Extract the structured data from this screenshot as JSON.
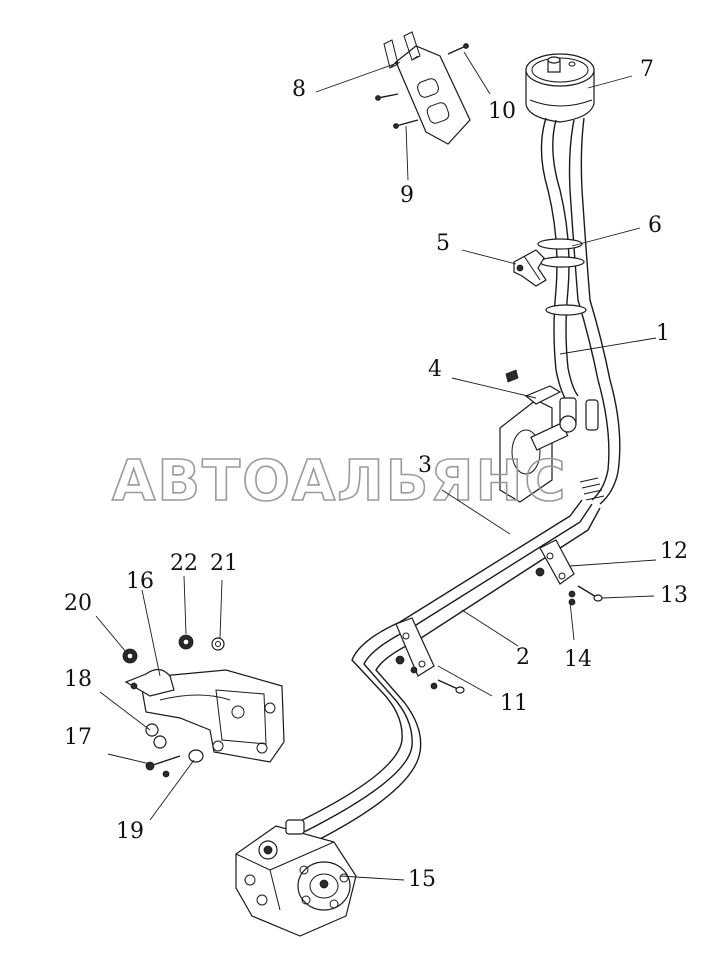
{
  "watermark": "АВТОАЛЬЯНС",
  "callouts": [
    "1",
    "2",
    "3",
    "4",
    "5",
    "6",
    "7",
    "8",
    "9",
    "10",
    "11",
    "12",
    "13",
    "14",
    "15",
    "16",
    "17",
    "18",
    "19",
    "20",
    "21",
    "22"
  ]
}
